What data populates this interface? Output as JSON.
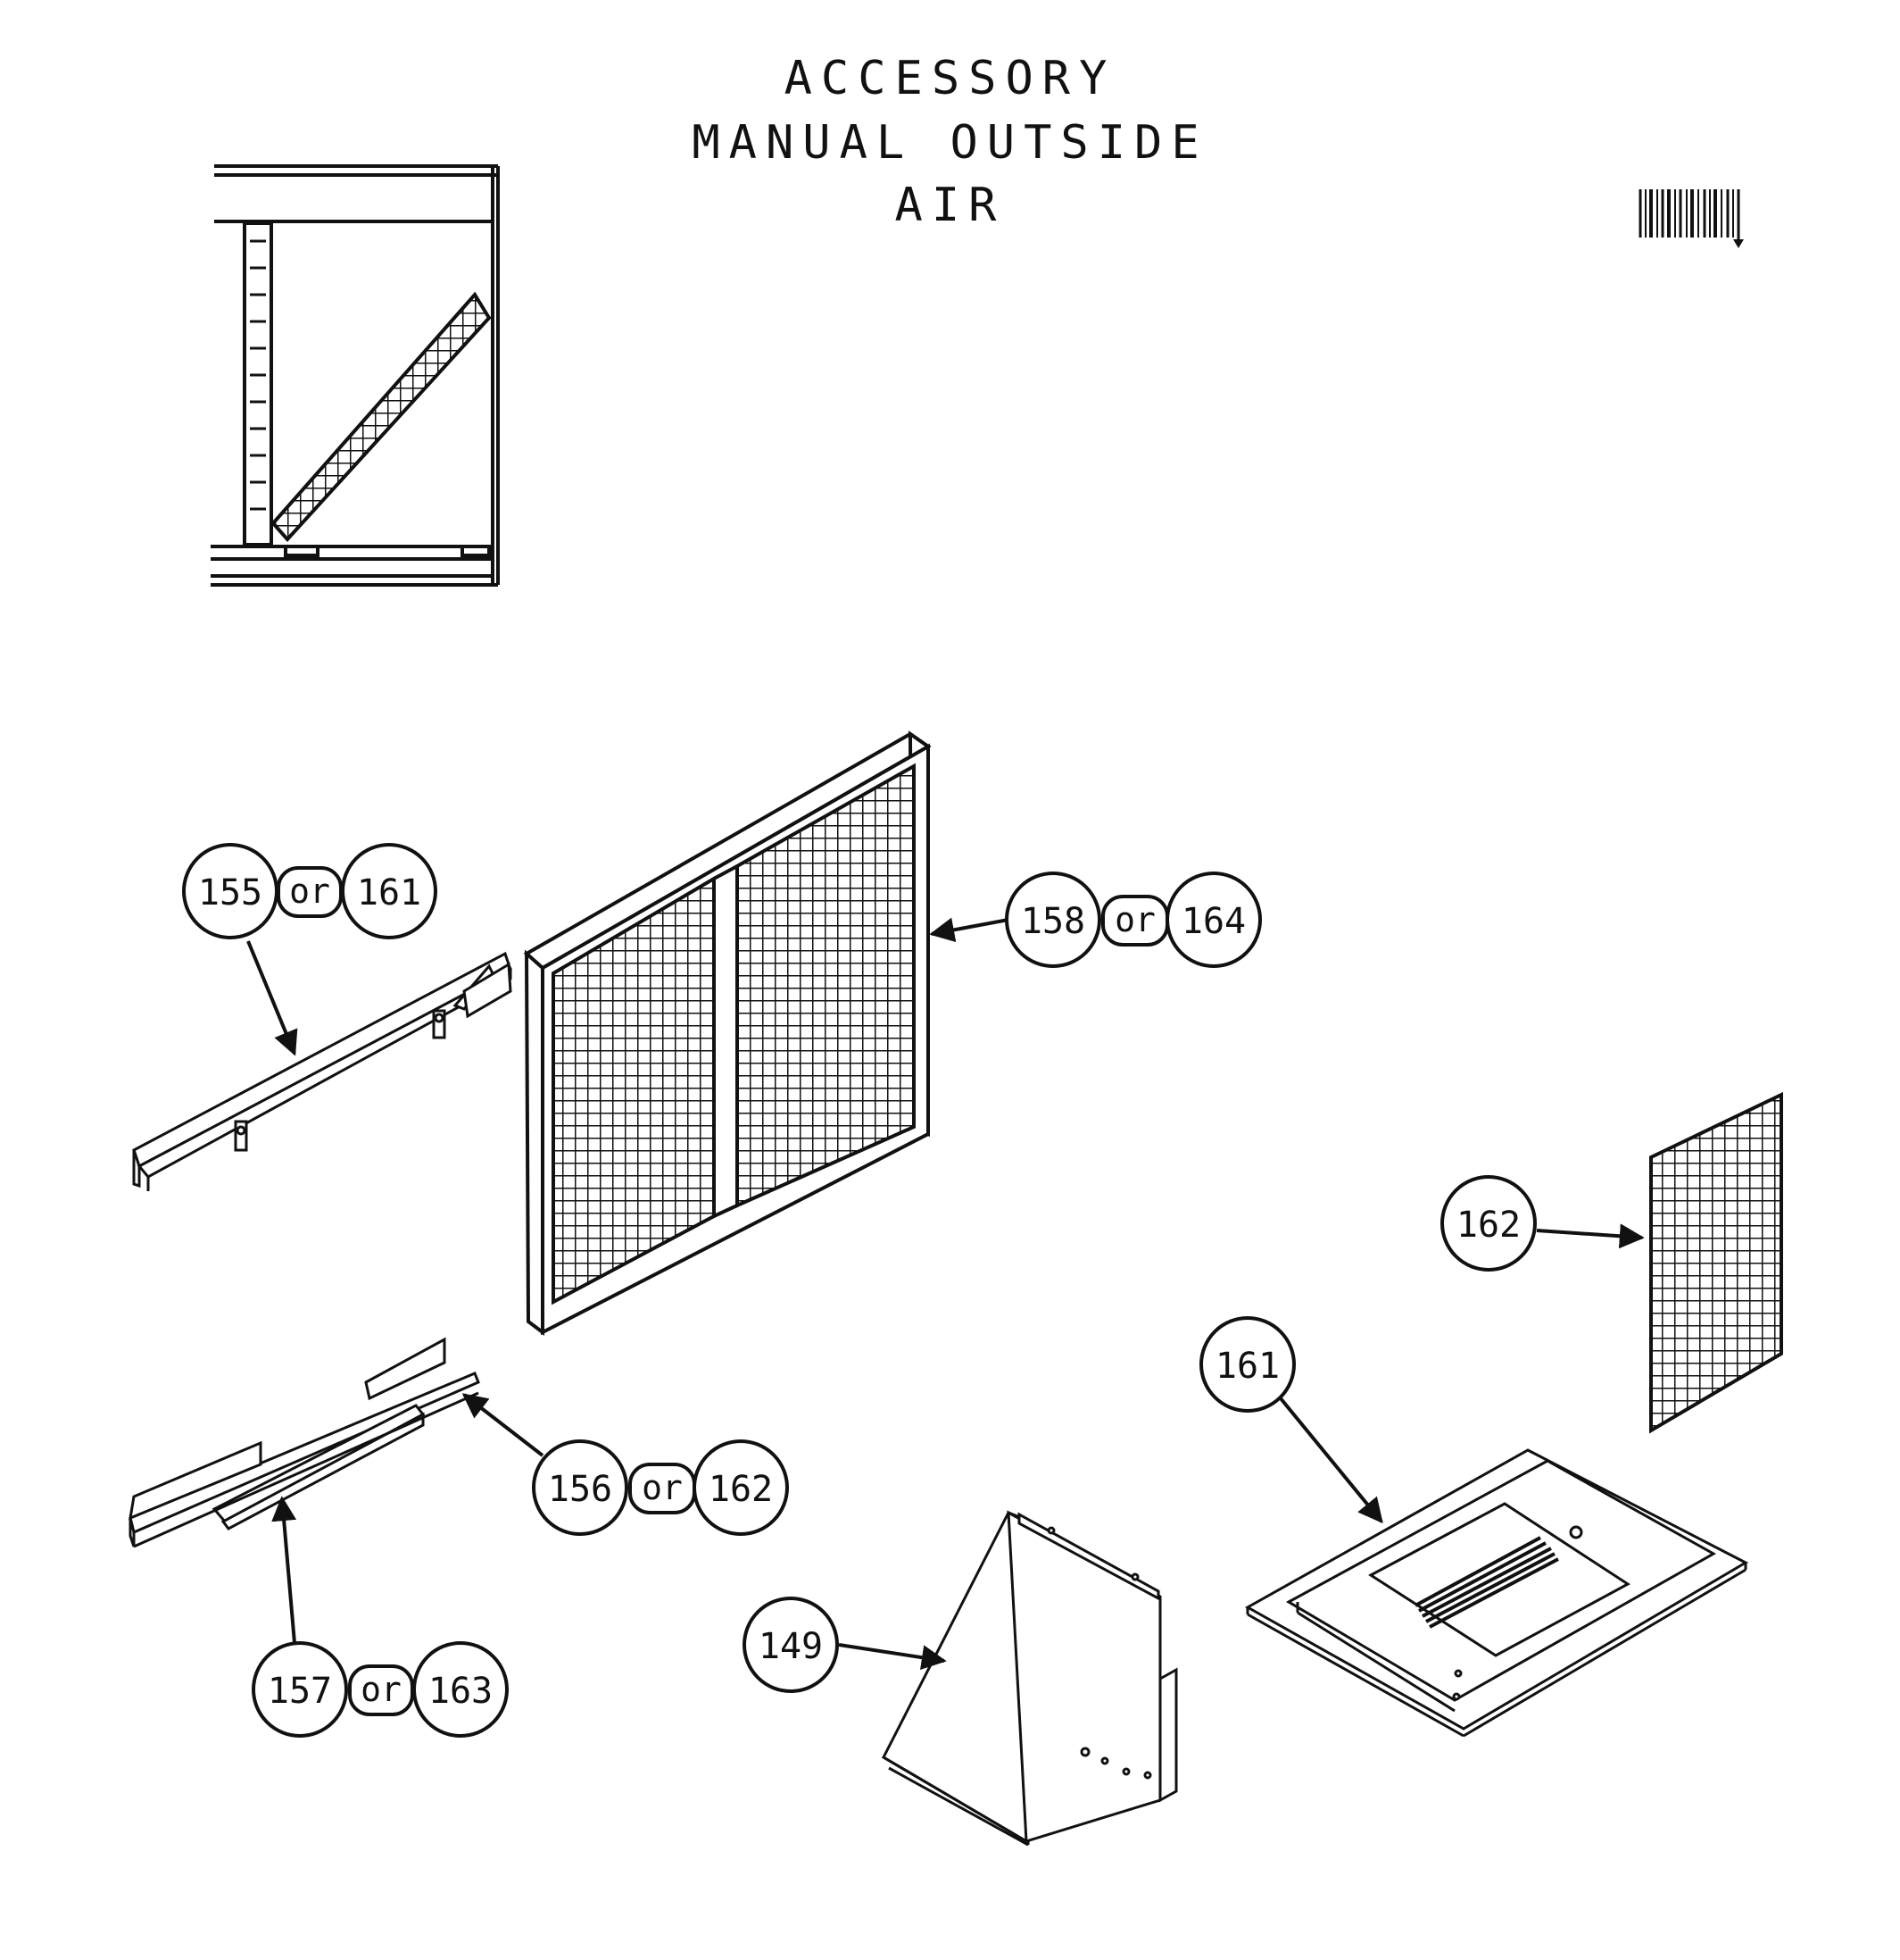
{
  "title": {
    "line1": "ACCESSORY",
    "line2": "MANUAL OUTSIDE",
    "line3": "AIR"
  },
  "connector_word": "or",
  "callouts": {
    "c155_161": {
      "a": "155",
      "b": "161"
    },
    "c158_164": {
      "a": "158",
      "b": "164"
    },
    "c156_162": {
      "a": "156",
      "b": "162"
    },
    "c157_163": {
      "a": "157",
      "b": "163"
    },
    "c162": "162",
    "c161": "161",
    "c149": "149"
  },
  "colors": {
    "ink": "#111111",
    "paper": "#ffffff"
  },
  "icons": [
    "barcode-icon",
    "arrow-icon"
  ]
}
